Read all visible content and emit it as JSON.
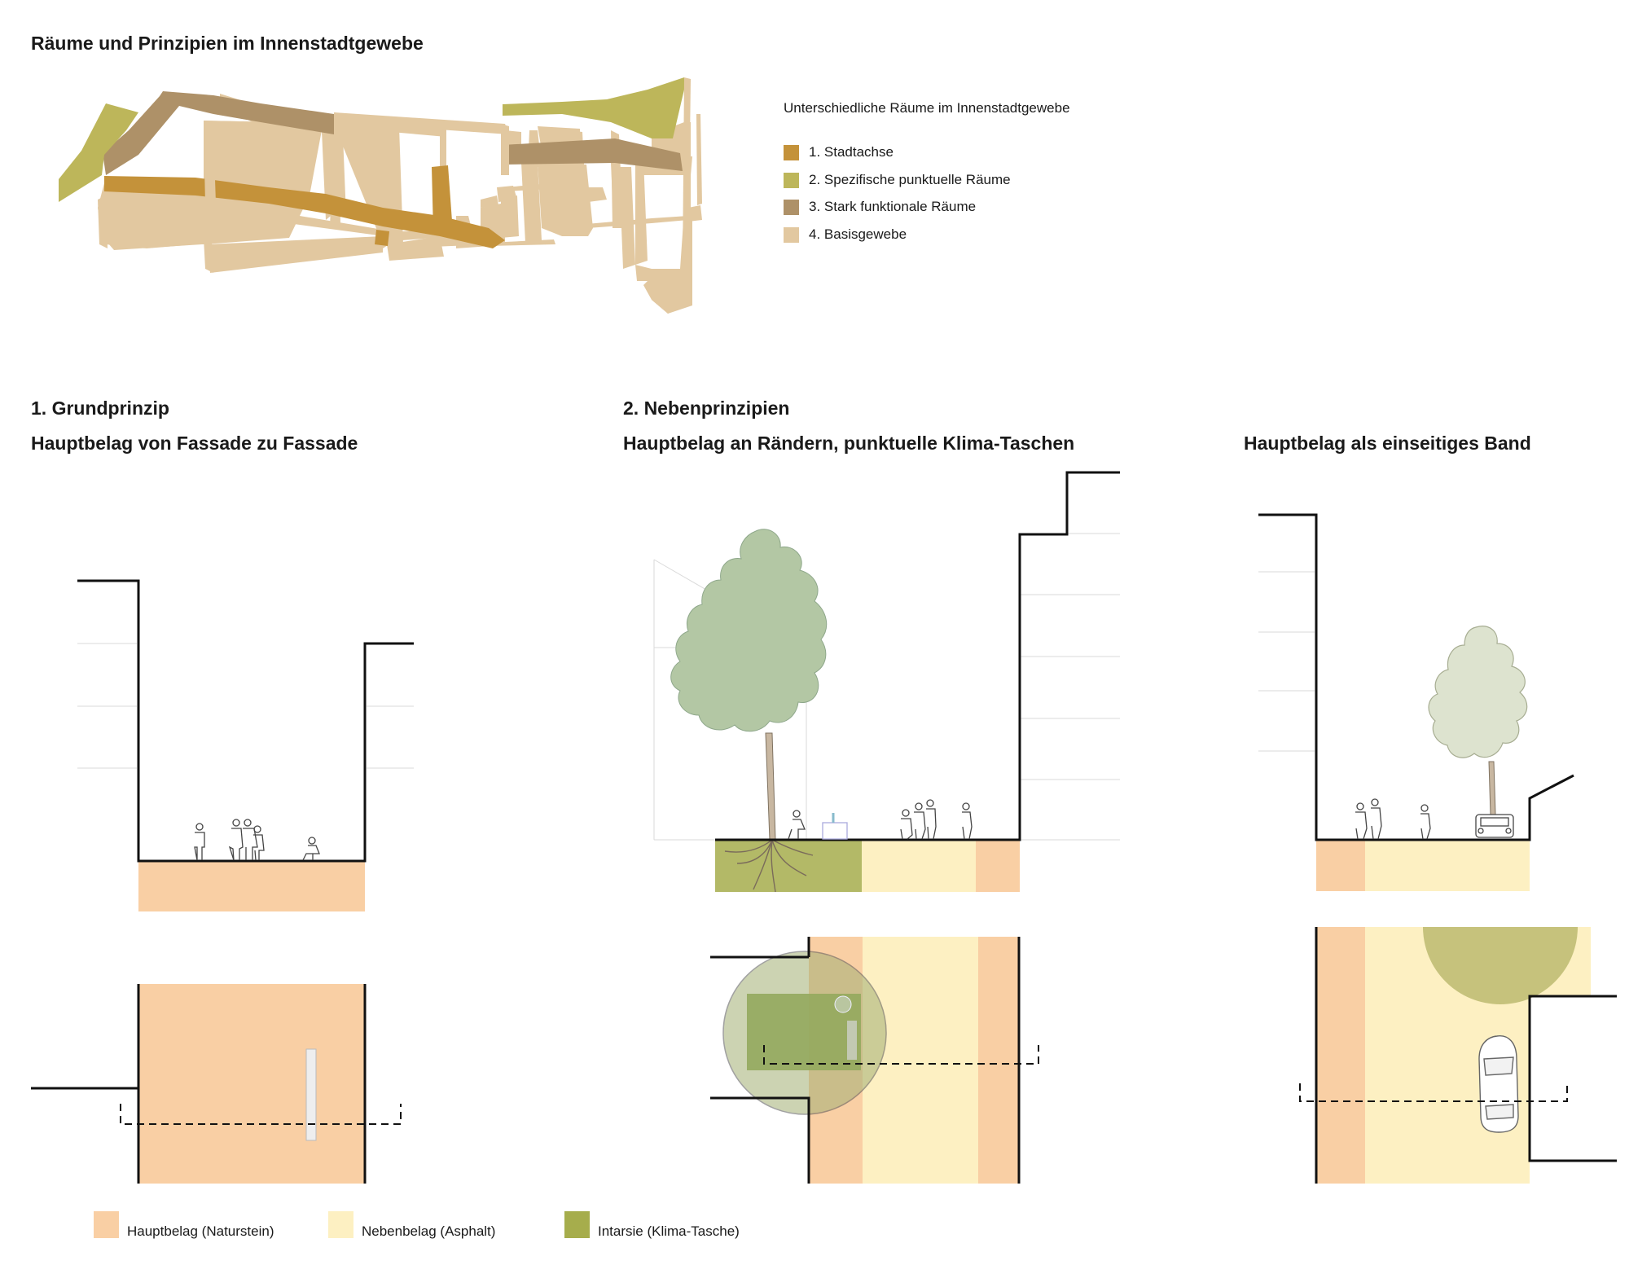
{
  "title": "Räume und Prinzipien im Innenstadtgewebe",
  "map_legend": {
    "title": "Unterschiedliche Räume im Innenstadtgewebe",
    "items": [
      {
        "label": "1. Stadtachse",
        "color": "#c4923a"
      },
      {
        "label": "2. Spezifische punktuelle Räume",
        "color": "#bdb65a"
      },
      {
        "label": "3. Stark funktionale Räume",
        "color": "#ae9168"
      },
      {
        "label": "4. Basisgewebe",
        "color": "#e2c8a0"
      }
    ]
  },
  "sections": {
    "s1_heading": "1. Grundprinzip",
    "s1_subtitle": "Hauptbelag von Fassade zu Fassade",
    "s2_heading": "2. Nebenprinzipien",
    "s2_subtitle": "Hauptbelag an Rändern, punktuelle Klima-Taschen",
    "s3_subtitle": "Hauptbelag als einseitiges Band"
  },
  "material_legend": [
    {
      "label": "Hauptbelag (Naturstein)",
      "color": "#f9cfa4"
    },
    {
      "label": "Nebenbelag (Asphalt)",
      "color": "#fdf0c2"
    },
    {
      "label": "Intarsie (Klima-Tasche)",
      "color": "#a6ad4c"
    }
  ],
  "colors": {
    "tree_green": "#b3c7a4",
    "tree_light": "#dde3cf",
    "pocket_green": "#93a85d",
    "canopy_plan": "#c6c27c",
    "line": "#111111"
  }
}
